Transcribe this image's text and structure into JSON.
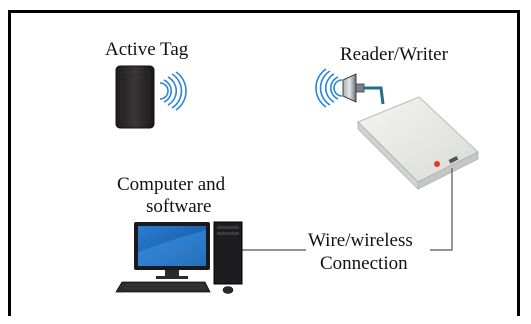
{
  "labels": {
    "active_tag": "Active Tag",
    "reader_writer": "Reader/Writer",
    "computer_line1": "Computer and",
    "computer_line2": "software",
    "connection_line1": "Wire/wireless",
    "connection_line2": "Connection"
  },
  "icons": {
    "tag": "active-tag-device",
    "reader": "rfid-reader-writer",
    "computer": "desktop-computer",
    "signal": "radio-waves"
  }
}
